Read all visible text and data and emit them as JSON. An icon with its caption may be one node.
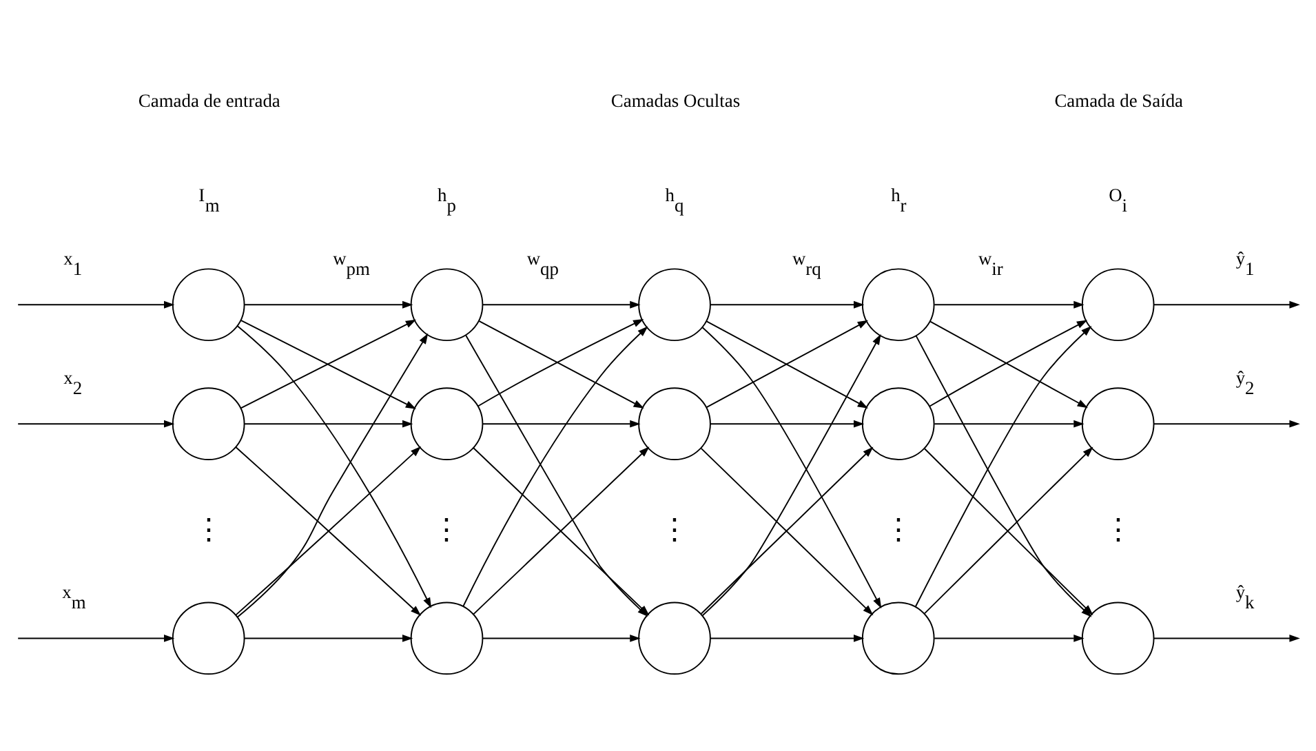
{
  "diagram": {
    "nodes": [
      {
        "text": [],
        "shape": "circle"
      },
      {
        "text": [],
        "shape": "circle"
      },
      {
        "text": [],
        "shape": "circle"
      },
      {
        "text": [],
        "shape": "circle"
      },
      {
        "text": [],
        "shape": "circle"
      },
      {
        "text": [],
        "shape": "circle"
      },
      {
        "text": [],
        "shape": "circle"
      },
      {
        "text": [],
        "shape": "circle"
      },
      {
        "text": [],
        "shape": "circle"
      },
      {
        "text": [],
        "shape": "circle"
      },
      {
        "text": [],
        "shape": "circle"
      },
      {
        "text": [],
        "shape": "circle"
      },
      {
        "text": [],
        "shape": "circle"
      },
      {
        "text": [],
        "shape": "circle"
      },
      {
        "text": [],
        "shape": "circle"
      }
    ],
    "edges": [
      {
        "from": null,
        "to": 0,
        "arrow": "to",
        "label": "x$_{1}$"
      },
      {
        "from": null,
        "to": 1,
        "arrow": "to",
        "label": "x$_{2}$"
      },
      {
        "from": null,
        "to": 2,
        "arrow": "to",
        "label": "x$_{m}$"
      },
      {
        "from": 0,
        "to": 3,
        "arrow": "to",
        "label": "w$_{pm}$"
      },
      {
        "from": 0,
        "to": 4,
        "arrow": "to"
      },
      {
        "from": 0,
        "to": 5,
        "arrow": "to"
      },
      {
        "from": 1,
        "to": 3,
        "arrow": "to"
      },
      {
        "from": 1,
        "to": 4,
        "arrow": "to"
      },
      {
        "from": 1,
        "to": 5,
        "arrow": "to"
      },
      {
        "from": 2,
        "to": 3,
        "arrow": "to"
      },
      {
        "from": 2,
        "to": 4,
        "arrow": "to"
      },
      {
        "from": 2,
        "to": 5,
        "arrow": "to"
      },
      {
        "from": 3,
        "to": 6,
        "arrow": "to",
        "label": "w$_{qp}$"
      },
      {
        "from": 3,
        "to": 7,
        "arrow": "to"
      },
      {
        "from": 3,
        "to": 8,
        "arrow": "to"
      },
      {
        "from": 4,
        "to": 6,
        "arrow": "to"
      },
      {
        "from": 4,
        "to": 7,
        "arrow": "to"
      },
      {
        "from": 4,
        "to": 8,
        "arrow": "to"
      },
      {
        "from": 5,
        "to": 6,
        "arrow": "to"
      },
      {
        "from": 5,
        "to": 7,
        "arrow": "to"
      },
      {
        "from": 5,
        "to": 8,
        "arrow": "to"
      },
      {
        "from": 6,
        "to": 9,
        "arrow": "to",
        "label": "w$_{rq}$"
      },
      {
        "from": 6,
        "to": 10,
        "arrow": "to"
      },
      {
        "from": 6,
        "to": 11,
        "arrow": "to"
      },
      {
        "from": 7,
        "to": 9,
        "arrow": "to"
      },
      {
        "from": 7,
        "to": 10,
        "arrow": "to"
      },
      {
        "from": 7,
        "to": 11,
        "arrow": "to"
      },
      {
        "from": 8,
        "to": 9,
        "arrow": "to"
      },
      {
        "from": 8,
        "to": 10,
        "arrow": "to"
      },
      {
        "from": 8,
        "to": 11,
        "arrow": "to"
      },
      {
        "from": 9,
        "to": 12,
        "arrow": "to",
        "label": "w$_{ir}$"
      },
      {
        "from": 9,
        "to": 13,
        "arrow": "to"
      },
      {
        "from": 9,
        "to": 14,
        "arrow": "to"
      },
      {
        "from": 10,
        "to": 12,
        "arrow": "to"
      },
      {
        "from": 10,
        "to": 13,
        "arrow": "to"
      },
      {
        "from": 10,
        "to": 14,
        "arrow": "to"
      },
      {
        "from": 11,
        "to": 12,
        "arrow": "to"
      },
      {
        "from": 11,
        "to": 13,
        "arrow": "to"
      },
      {
        "from": 11,
        "to": 14,
        "arrow": "to"
      },
      {
        "from": 12,
        "to": null,
        "arrow": "to",
        "label": "ŷ$_{1}$"
      },
      {
        "from": 13,
        "to": null,
        "arrow": "to",
        "label": "ŷ$_{2}$"
      },
      {
        "from": 14,
        "to": null,
        "arrow": "to",
        "label": "ŷ$_{k}$"
      }
    ],
    "labels": [
      "Camada de entrada",
      "Camadas Ocultas",
      "Camada de Saída",
      "I$_{m}$",
      "h$_{p}$",
      "h$_{q}$",
      "h$_{r}$",
      "O$_{i}$",
      "⋮",
      "⋮",
      "⋮",
      "⋮",
      "⋮"
    ]
  }
}
